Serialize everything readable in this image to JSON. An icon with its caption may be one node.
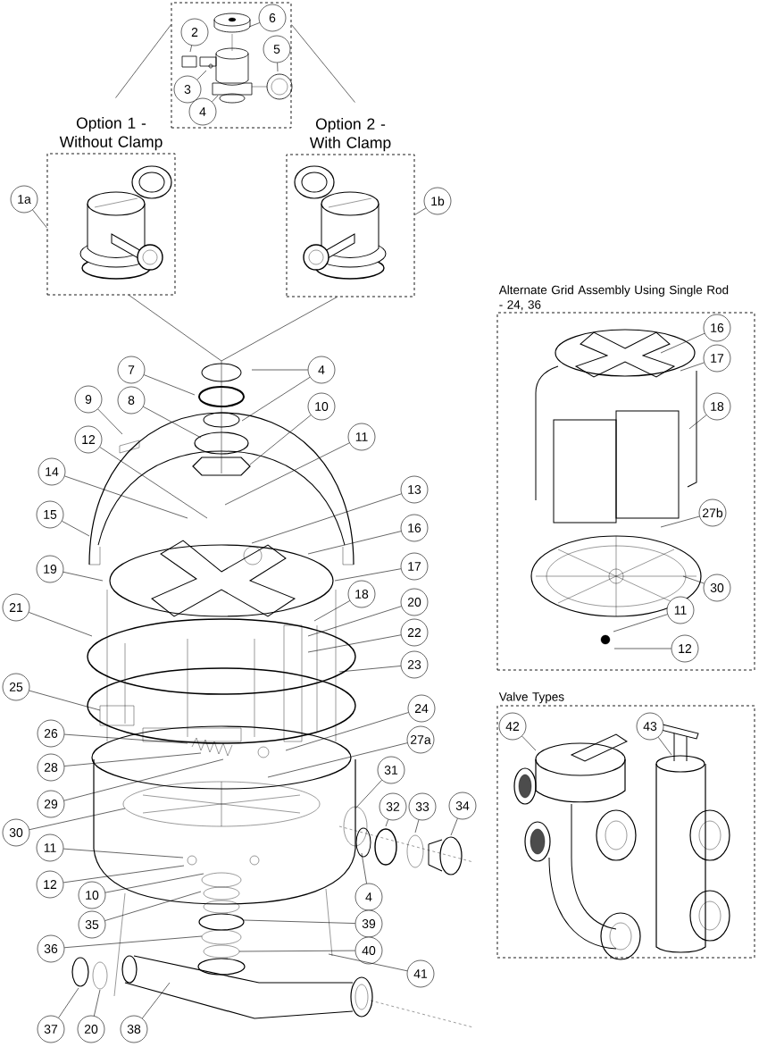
{
  "diagram": {
    "nodes": [
      {
        "text": [],
        "shape": "box"
      },
      {
        "text": [
          "Option 1 - Without Clamp"
        ]
      },
      {
        "text": [
          "Option 2 - With Clamp"
        ]
      },
      {
        "text": [
          "Alternate Grid Assembly Using Single Rod - 24, 36"
        ]
      },
      {
        "text": [
          "Valve Types"
        ]
      },
      {
        "text": [
          "1a"
        ]
      },
      {
        "text": [
          "1b"
        ]
      },
      {
        "text": [
          "2"
        ],
        "in": 0
      },
      {
        "text": [
          "6"
        ],
        "in": 0
      },
      {
        "text": [
          "5"
        ],
        "in": 0
      },
      {
        "text": [
          "3"
        ],
        "in": 0
      },
      {
        "text": [
          "4"
        ],
        "in": 0
      },
      {
        "text": [
          "7"
        ]
      },
      {
        "text": [
          "4"
        ]
      },
      {
        "text": [
          "9"
        ]
      },
      {
        "text": [
          "8"
        ]
      },
      {
        "text": [
          "10"
        ]
      },
      {
        "text": [
          "11"
        ]
      },
      {
        "text": [
          "12"
        ]
      },
      {
        "text": [
          "14"
        ]
      },
      {
        "text": [
          "13"
        ]
      },
      {
        "text": [
          "15"
        ]
      },
      {
        "text": [
          "16"
        ]
      },
      {
        "text": [
          "17"
        ]
      },
      {
        "text": [
          "19"
        ]
      },
      {
        "text": [
          "18"
        ]
      },
      {
        "text": [
          "20"
        ]
      },
      {
        "text": [
          "21"
        ]
      },
      {
        "text": [
          "22"
        ]
      },
      {
        "text": [
          "23"
        ]
      },
      {
        "text": [
          "25"
        ]
      },
      {
        "text": [
          "24"
        ]
      },
      {
        "text": [
          "26"
        ]
      },
      {
        "text": [
          "27a"
        ]
      },
      {
        "text": [
          "28"
        ]
      },
      {
        "text": [
          "31"
        ]
      },
      {
        "text": [
          "29"
        ]
      },
      {
        "text": [
          "32"
        ]
      },
      {
        "text": [
          "33"
        ]
      },
      {
        "text": [
          "34"
        ]
      },
      {
        "text": [
          "30"
        ]
      },
      {
        "text": [
          "11"
        ]
      },
      {
        "text": [
          "12"
        ]
      },
      {
        "text": [
          "10"
        ]
      },
      {
        "text": [
          "4"
        ]
      },
      {
        "text": [
          "39"
        ]
      },
      {
        "text": [
          "35"
        ]
      },
      {
        "text": [
          "36"
        ]
      },
      {
        "text": [
          "40"
        ]
      },
      {
        "text": [
          "41"
        ]
      },
      {
        "text": [
          "37"
        ]
      },
      {
        "text": [
          "20"
        ]
      },
      {
        "text": [
          "38"
        ]
      },
      {
        "text": [
          "16"
        ],
        "in": 3
      },
      {
        "text": [
          "17"
        ],
        "in": 3
      },
      {
        "text": [
          "18"
        ],
        "in": 3
      },
      {
        "text": [
          "27b"
        ],
        "in": 3
      },
      {
        "text": [
          "30"
        ],
        "in": 3
      },
      {
        "text": [
          "11"
        ],
        "in": 3
      },
      {
        "text": [
          "12"
        ],
        "in": 3
      },
      {
        "text": [
          "42"
        ],
        "in": 4
      },
      {
        "text": [
          "43"
        ],
        "in": 4
      }
    ],
    "edges": [
      {
        "from": 0,
        "to": 1,
        "arrow": "none"
      },
      {
        "from": 0,
        "to": 2,
        "arrow": "none"
      },
      {
        "from": 1,
        "to": null,
        "arrow": "none"
      },
      {
        "from": 2,
        "to": null,
        "arrow": "none"
      },
      {
        "from": 5,
        "to": 1,
        "arrow": "none"
      },
      {
        "from": 6,
        "to": 2,
        "arrow": "none"
      },
      {
        "from": 7,
        "to": null,
        "arrow": "none"
      },
      {
        "from": 8,
        "to": null,
        "arrow": "none"
      },
      {
        "from": 9,
        "to": null,
        "arrow": "none"
      },
      {
        "from": 10,
        "to": null,
        "arrow": "none"
      },
      {
        "from": 11,
        "to": null,
        "arrow": "none"
      },
      {
        "from": 12,
        "to": null,
        "arrow": "none"
      },
      {
        "from": 13,
        "to": null,
        "arrow": "none"
      },
      {
        "from": 13,
        "to": null,
        "arrow": "none"
      },
      {
        "from": 14,
        "to": null,
        "arrow": "none"
      },
      {
        "from": 15,
        "to": null,
        "arrow": "none"
      },
      {
        "from": 16,
        "to": null,
        "arrow": "none"
      },
      {
        "from": 17,
        "to": null,
        "arrow": "none"
      },
      {
        "from": 18,
        "to": null,
        "arrow": "none"
      },
      {
        "from": 19,
        "to": null,
        "arrow": "none"
      },
      {
        "from": 20,
        "to": null,
        "arrow": "none"
      },
      {
        "from": 21,
        "to": null,
        "arrow": "none"
      },
      {
        "from": 22,
        "to": null,
        "arrow": "none"
      },
      {
        "from": 23,
        "to": null,
        "arrow": "none"
      },
      {
        "from": 24,
        "to": null,
        "arrow": "none"
      },
      {
        "from": 25,
        "to": null,
        "arrow": "none"
      },
      {
        "from": 26,
        "to": null,
        "arrow": "none"
      },
      {
        "from": 27,
        "to": null,
        "arrow": "none"
      },
      {
        "from": 28,
        "to": null,
        "arrow": "none"
      },
      {
        "from": 29,
        "to": null,
        "arrow": "none"
      },
      {
        "from": 30,
        "to": null,
        "arrow": "none"
      },
      {
        "from": 31,
        "to": null,
        "arrow": "none"
      },
      {
        "from": 32,
        "to": null,
        "arrow": "none"
      },
      {
        "from": 33,
        "to": null,
        "arrow": "none"
      },
      {
        "from": 34,
        "to": null,
        "arrow": "none"
      },
      {
        "from": 35,
        "to": null,
        "arrow": "none"
      },
      {
        "from": 36,
        "to": null,
        "arrow": "none"
      },
      {
        "from": 37,
        "to": null,
        "arrow": "none"
      },
      {
        "from": 38,
        "to": null,
        "arrow": "none"
      },
      {
        "from": 39,
        "to": null,
        "arrow": "none"
      },
      {
        "from": 40,
        "to": null,
        "arrow": "none"
      },
      {
        "from": 41,
        "to": null,
        "arrow": "none"
      },
      {
        "from": 42,
        "to": null,
        "arrow": "none"
      },
      {
        "from": 43,
        "to": null,
        "arrow": "none"
      },
      {
        "from": 44,
        "to": null,
        "arrow": "none"
      },
      {
        "from": 45,
        "to": null,
        "arrow": "none"
      },
      {
        "from": 46,
        "to": null,
        "arrow": "none"
      },
      {
        "from": 47,
        "to": null,
        "arrow": "none"
      },
      {
        "from": 48,
        "to": null,
        "arrow": "none"
      },
      {
        "from": 49,
        "to": null,
        "arrow": "none"
      },
      {
        "from": 50,
        "to": null,
        "arrow": "none"
      },
      {
        "from": 51,
        "to": null,
        "arrow": "none"
      },
      {
        "from": 52,
        "to": null,
        "arrow": "none"
      },
      {
        "from": 53,
        "to": null,
        "arrow": "none"
      },
      {
        "from": 54,
        "to": null,
        "arrow": "none"
      },
      {
        "from": 55,
        "to": null,
        "arrow": "none"
      },
      {
        "from": 56,
        "to": null,
        "arrow": "none"
      },
      {
        "from": 57,
        "to": null,
        "arrow": "none"
      },
      {
        "from": 58,
        "to": null,
        "arrow": "none"
      },
      {
        "from": 59,
        "to": null,
        "arrow": "none"
      },
      {
        "from": 60,
        "to": null,
        "arrow": "none"
      },
      {
        "from": 61,
        "to": null,
        "arrow": "none"
      }
    ]
  }
}
